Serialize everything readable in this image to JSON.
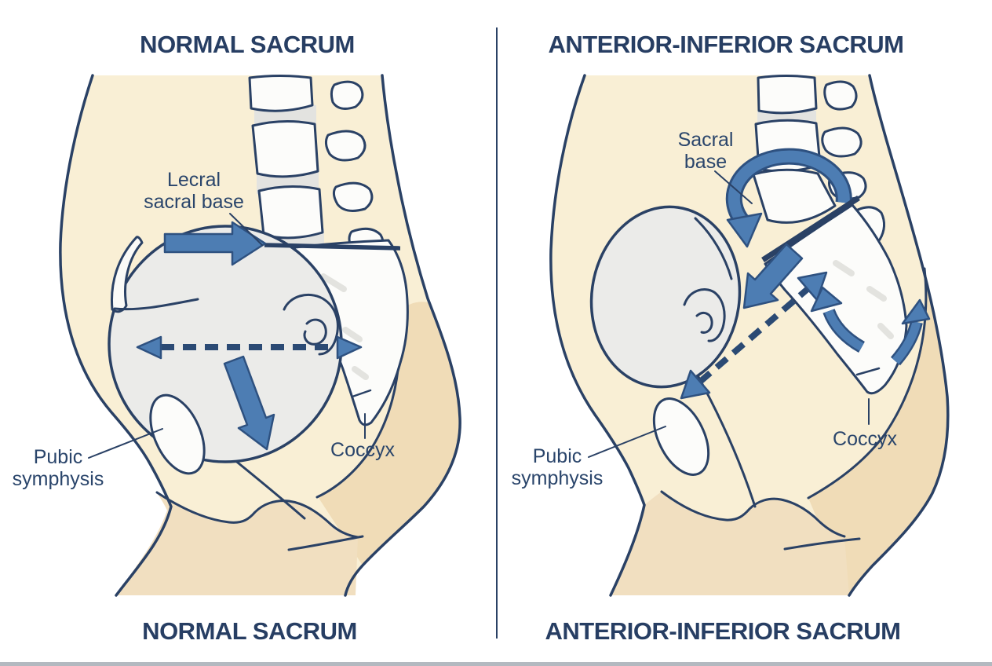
{
  "panels": {
    "left": {
      "title_top": "NORMAL SACRUM",
      "title_bottom": "NORMAL SACRUM",
      "labels": {
        "sacral_base": "Lecral\nsacral base",
        "pubic_symphysis": "Pubic\nsymphysis",
        "coccyx": "Coccyx"
      }
    },
    "right": {
      "title_top": "ANTERIOR-INFERIOR SACRUM",
      "title_bottom": "ANTERIOR-INFERIOR SACRUM",
      "labels": {
        "sacral_base": "Sacral\nbase",
        "pubic_symphysis": "Pubic\nsymphysis",
        "coccyx": "Coccyx"
      }
    }
  },
  "colors": {
    "title": "#273e63",
    "label_text": "#2a456b",
    "outline": "#2a4165",
    "body_fill": "#f9efd5",
    "body_shade": "#f1dfc0",
    "deep_shade": "#eed8b2",
    "bone_fill": "#fcfcfa",
    "disc_fill": "#e3e3e0",
    "head_fill": "#ebebe9",
    "arrow_fill": "#4d7db3",
    "arrow_edge": "#2e5180",
    "dash": "#2b4a74",
    "faint": "#e3e3df"
  }
}
